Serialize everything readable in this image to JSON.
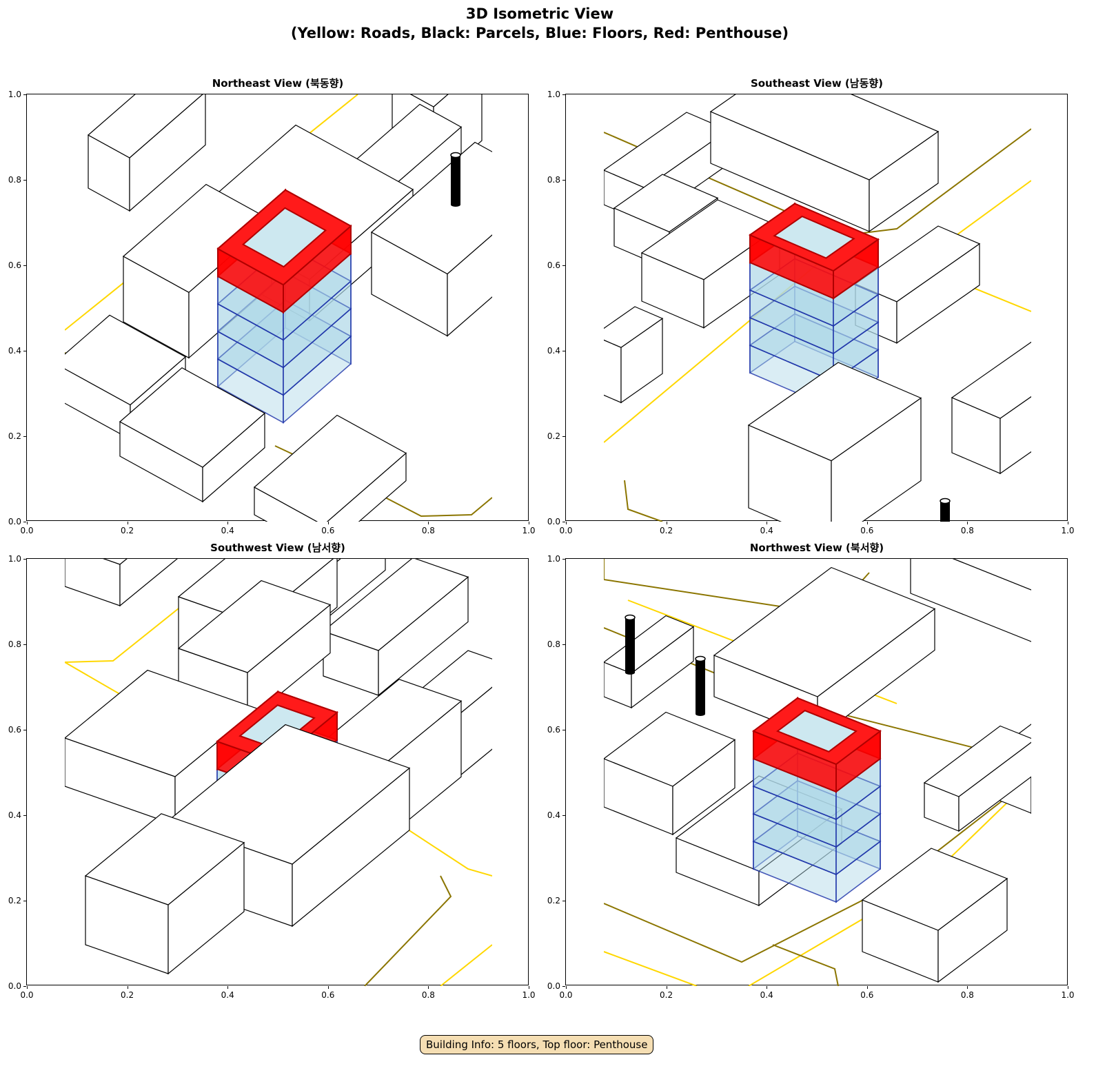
{
  "title_line1": "3D Isometric View",
  "title_line2": "(Yellow: Roads, Black: Parcels, Blue: Floors, Red: Penthouse)",
  "panels": [
    {
      "title": "Northeast View (북동향)"
    },
    {
      "title": "Southeast View (남동향)"
    },
    {
      "title": "Southwest View (남서향)"
    },
    {
      "title": "Northwest View (북서향)"
    }
  ],
  "ticks": [
    "0.0",
    "0.2",
    "0.4",
    "0.6",
    "0.8",
    "1.0"
  ],
  "legend_colors": {
    "roads": "#ffd700",
    "parcels": "#000000",
    "floors": "#add8e6",
    "penthouse": "#ff0000"
  },
  "footer": "Building Info: 5 floors, Top floor: Penthouse"
}
